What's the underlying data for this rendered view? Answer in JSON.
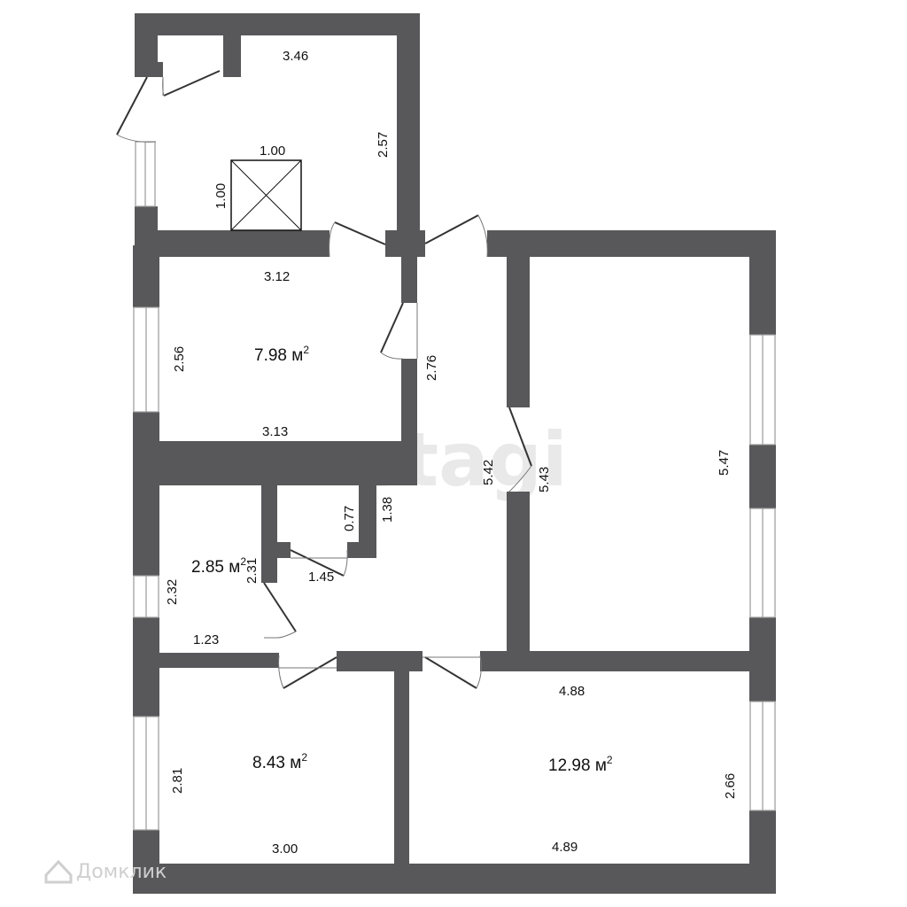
{
  "watermarks": {
    "center": "etagi",
    "corner": "Домклик"
  },
  "areas": {
    "room_a": "7.98 м",
    "room_b": "2.85 м",
    "room_c": "8.43 м",
    "room_d": "12.98 м",
    "unit_sup": "2"
  },
  "dims": {
    "d_346": "3.46",
    "d_257": "2.57",
    "d_100h": "1.00",
    "d_100v": "1.00",
    "d_312": "3.12",
    "d_256": "2.56",
    "d_276": "2.76",
    "d_313": "3.13",
    "d_542": "5.42",
    "d_543": "5.43",
    "d_547": "5.47",
    "d_077": "0.77",
    "d_138": "1.38",
    "d_145": "1.45",
    "d_231": "2.31",
    "d_232": "2.32",
    "d_123": "1.23",
    "d_488": "4.88",
    "d_281": "2.81",
    "d_300": "3.00",
    "d_266": "2.66",
    "d_489": "4.89"
  }
}
